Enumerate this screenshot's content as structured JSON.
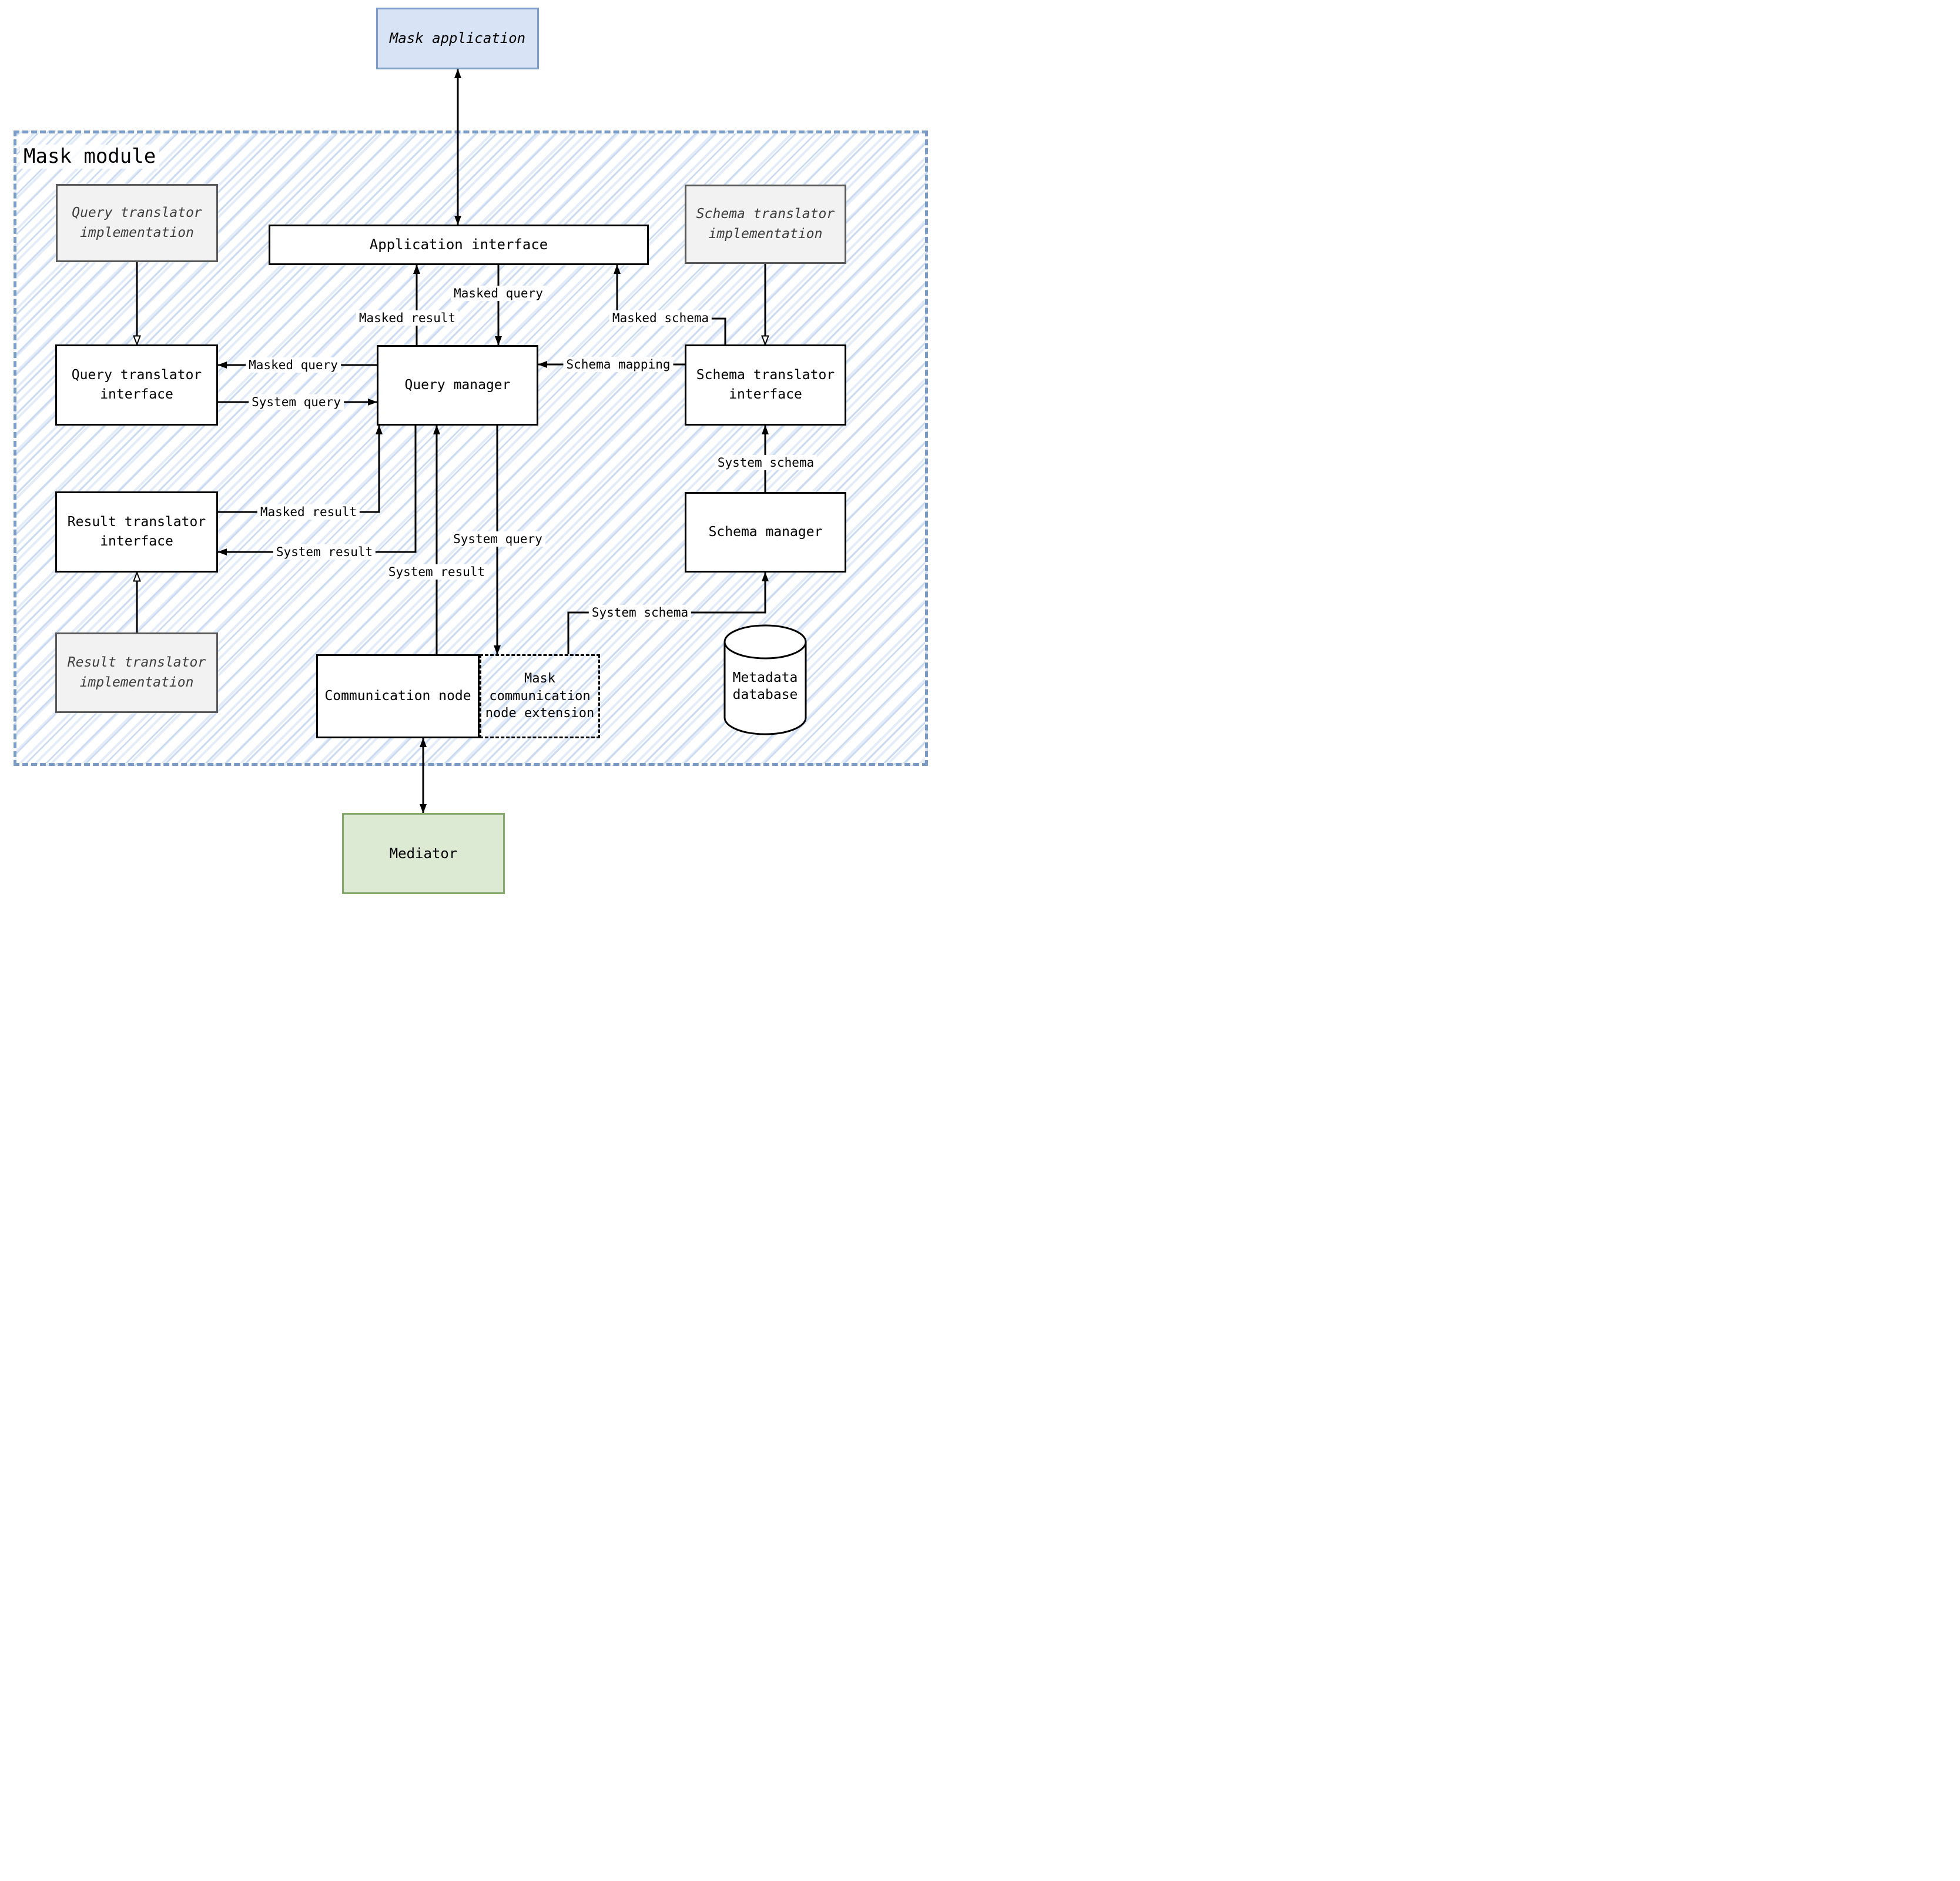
{
  "title": "Mask module",
  "nodes": {
    "mask_application": {
      "label": "Mask application"
    },
    "application_interface": {
      "label": "Application interface"
    },
    "query_translator_implementation": {
      "label": "Query translator implementation"
    },
    "schema_translator_implementation": {
      "label": "Schema translator implementation"
    },
    "query_translator_interface": {
      "label": "Query translator interface"
    },
    "query_manager": {
      "label": "Query manager"
    },
    "schema_translator_interface": {
      "label": "Schema translator interface"
    },
    "result_translator_interface": {
      "label": "Result translator interface"
    },
    "schema_manager": {
      "label": "Schema manager"
    },
    "result_translator_implementation": {
      "label": "Result translator implementation"
    },
    "communication_node": {
      "label": "Communication node"
    },
    "mask_communication_node_extension": {
      "label": "Mask communication node extension"
    },
    "metadata_database": {
      "label": "Metadata database"
    },
    "mediator": {
      "label": "Mediator"
    }
  },
  "edge_labels": {
    "masked_result_vertical": "Masked result",
    "masked_query_vertical": "Masked query",
    "masked_schema": "Masked schema",
    "schema_mapping": "Schema mapping",
    "masked_query_horizontal": "Masked query",
    "system_query_horizontal": "System query",
    "masked_result_horizontal": "Masked result",
    "system_result_horizontal": "System result",
    "system_result_vertical": "System result",
    "system_query_vertical": "System query",
    "system_schema_elbow": "System schema",
    "system_schema_vertical": "System schema"
  },
  "colors": {
    "mask_application_fill": "#d8e4f6",
    "mask_application_border": "#7d9cc9",
    "mediator_fill": "#dcead4",
    "mediator_border": "#85ab6b",
    "module_border": "#7b9cc7",
    "hatch_strong": "#c9daf1",
    "hatch_light": "#e3ecf8",
    "implementation_fill": "#f2f2f2",
    "implementation_border": "#595959",
    "implementation_text": "#3d3d3d"
  }
}
